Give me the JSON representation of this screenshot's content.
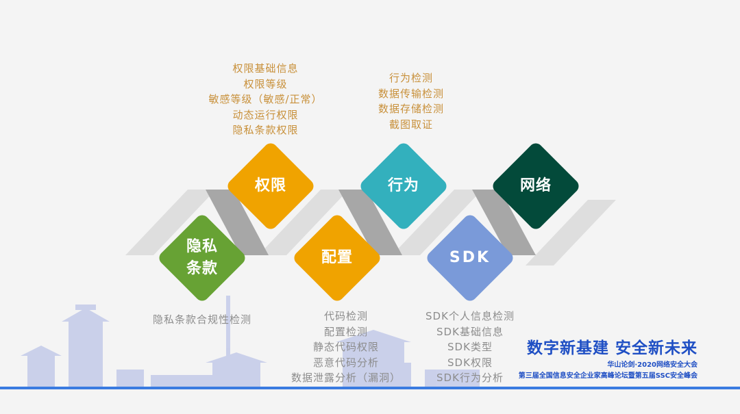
{
  "nodes": {
    "privacy": {
      "label_line1": "隐私",
      "label_line2": "条款",
      "color": "#67a234"
    },
    "permission": {
      "label": "权限",
      "color": "#f0a300"
    },
    "config": {
      "label": "配置",
      "color": "#f0a300"
    },
    "behavior": {
      "label": "行为",
      "color": "#33b0bd"
    },
    "sdk": {
      "label": "SDK",
      "color": "#7a9ad9"
    },
    "network": {
      "label": "网络",
      "color": "#034a3a"
    }
  },
  "details": {
    "permission": [
      "权限基础信息",
      "权限等级",
      "敏感等级（敏感/正常）",
      "动态运行权限",
      "隐私条款权限"
    ],
    "behavior": [
      "行为检测",
      "数据传输检测",
      "数据存储检测",
      "截图取证"
    ],
    "privacy": [
      "隐私条款合规性检测"
    ],
    "config": [
      "代码检测",
      "配置检测",
      "静态代码权限",
      "恶意代码分析",
      "数据泄露分析（漏洞）"
    ],
    "sdk": [
      "SDK个人信息检测",
      "SDK基础信息",
      "SDK类型",
      "SDK权限",
      "SDK行为分析"
    ]
  },
  "footer": {
    "slogan": "数字新基建  安全新未来",
    "event_line1": "华山论剑·2020网络安全大会",
    "event_line2": "第三届全国信息安全企业家高峰论坛暨第五届SSC安全峰会"
  },
  "colors": {
    "accent_blue": "#1f4fc4",
    "ribbon_light": "#dedede",
    "ribbon_dark": "#a7a7a7"
  }
}
